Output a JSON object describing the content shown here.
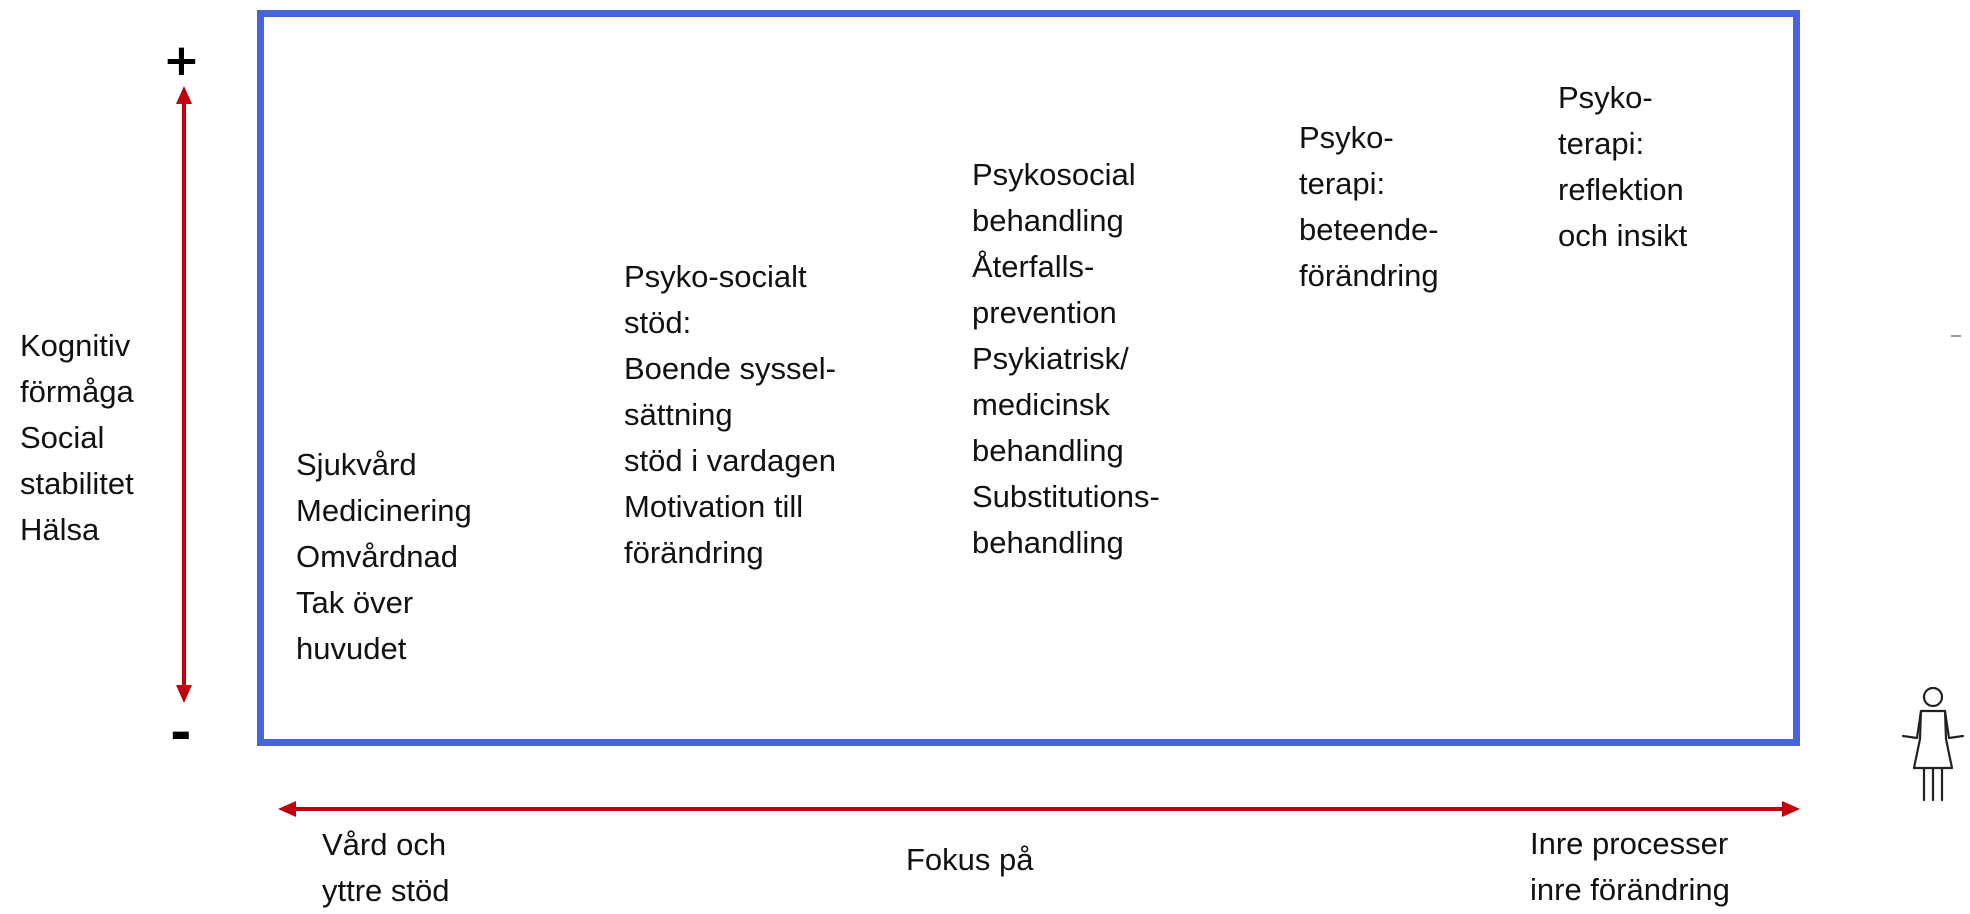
{
  "y_axis": {
    "plus_symbol": "+",
    "minus_symbol": "-",
    "label": "Kognitiv\nförmåga\nSocial\nstabilitet\nHälsa"
  },
  "x_axis": {
    "left_label": "Vård och\nyttre stöd",
    "center_label": "Fokus på",
    "right_label": "Inre processer\ninre förändring"
  },
  "interventions": [
    "Sjukvård\nMedicinering\nOmvårdnad\nTak över\nhuvudet",
    "Psyko-socialt\nstöd:\nBoende syssel-\nsättning\nstöd i vardagen\nMotivation till\nförändring",
    "Psykosocial\nbehandling\nÅterfalls-\nprevention\nPsykiatrisk/\nmedicinsk\nbehandling\nSubstitutions-\nbehandling",
    "Psyko-\nterapi:\nbeteende-\nförändring",
    "Psyko-\nterapi:\nreflektion\noch insikt"
  ],
  "colors": {
    "frame": "#4565d8",
    "arrow": "#c0000f",
    "text": "#111111"
  },
  "icons": [
    "person-icon"
  ]
}
